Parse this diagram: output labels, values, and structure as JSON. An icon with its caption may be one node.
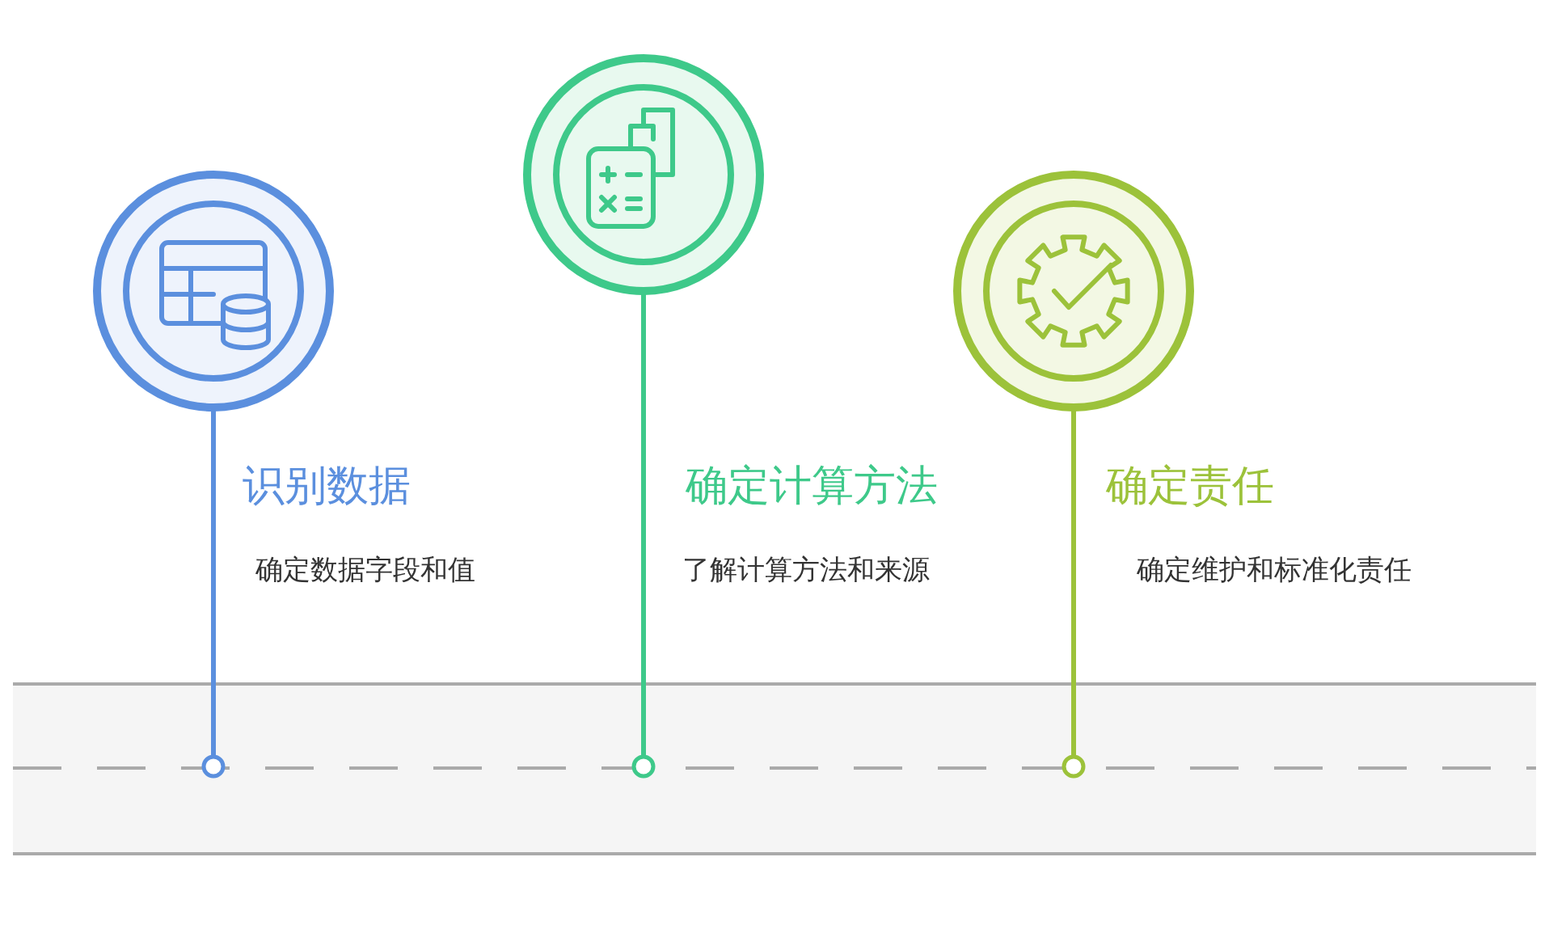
{
  "diagram": {
    "nodes": [
      {
        "text": [],
        "shape": "circle",
        "beside": [
          "识别数据",
          "确定数据字段和值"
        ]
      },
      {
        "text": [],
        "shape": "circle",
        "beside": [
          "确定计算方法",
          "了解计算方法和来源"
        ]
      },
      {
        "text": [],
        "shape": "circle",
        "beside": [
          "确定责任",
          "确定维护和标准化责任"
        ]
      },
      {
        "text": [],
        "shape": "circle"
      },
      {
        "text": [],
        "shape": "circle"
      },
      {
        "text": [],
        "shape": "circle"
      }
    ],
    "edges": [
      {
        "from": 0,
        "to": 3,
        "arrow": "none"
      },
      {
        "from": 1,
        "to": 4,
        "arrow": "none",
        "color": "#3ec98a"
      },
      {
        "from": 2,
        "to": 5,
        "arrow": "none",
        "color": "#9cc23a"
      }
    ]
  }
}
